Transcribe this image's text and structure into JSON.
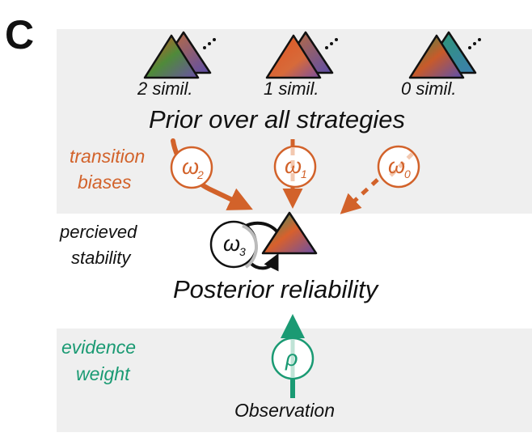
{
  "panel_label": "C",
  "strategy_groups": [
    {
      "label": "2 simil."
    },
    {
      "label": "1 simil."
    },
    {
      "label": "0 simil."
    }
  ],
  "prior_title": "Prior over all strategies",
  "transition_biases": {
    "line1": "transition",
    "line2": "biases"
  },
  "omegas": [
    {
      "symbol": "ω",
      "sub": "2"
    },
    {
      "symbol": "ω",
      "sub": "1"
    },
    {
      "symbol": "ω",
      "sub": "0"
    }
  ],
  "perceived_stability": {
    "line1": "percieved",
    "line2": "stability"
  },
  "omega3": {
    "symbol": "ω",
    "sub": "3"
  },
  "posterior_title": "Posterior reliability",
  "evidence_weight": {
    "line1": "evidence",
    "line2": "weight"
  },
  "rho": "ρ",
  "observation": "Observation",
  "colors": {
    "band": "#efefef",
    "orange": "#d2622a",
    "green": "#1a9a73",
    "text": "#111111"
  }
}
